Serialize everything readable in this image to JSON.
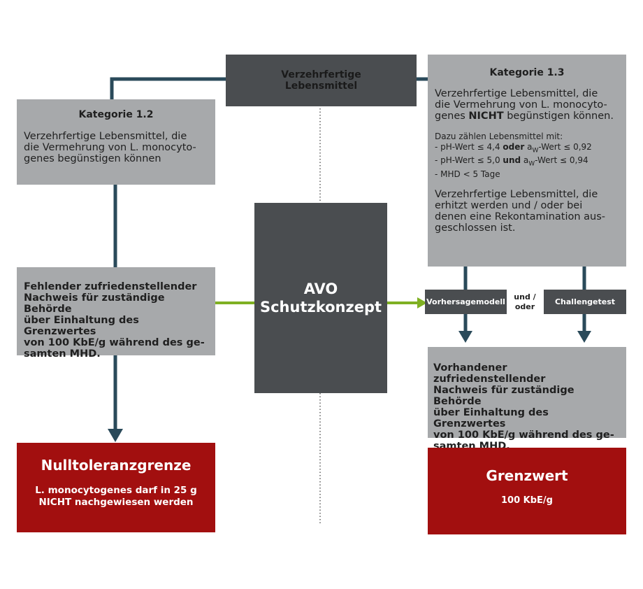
{
  "top_node": {
    "line1": "Verzehrfertige",
    "line2": "Lebensmittel"
  },
  "kategorie_12": {
    "title": "Kategorie 1.2",
    "lines": [
      "Verzehrfertige Lebensmittel, die",
      "die Vermehrung von L. monocyto-",
      "genes begünstigen können"
    ]
  },
  "kategorie_13": {
    "title": "Kategorie 1.3",
    "intro_lines": [
      "Verzehrfertige Lebensmittel, die",
      "die Vermehrung von L. monocyto-"
    ],
    "intro_last_pre": "genes ",
    "intro_last_bold": "NICHT",
    "intro_last_post": " begünstigen können.",
    "dazu": "Dazu zählen Lebensmittel mit:",
    "crit1_a": "- pH-Wert ≤ 4,4 ",
    "crit1_oder": "oder",
    "crit1_b": " a",
    "crit1_sub": "W",
    "crit1_c": "-Wert ≤ 0,92",
    "crit2_a": "- pH-Wert ≤ 5,0 ",
    "crit2_und": "und",
    "crit2_b": " a",
    "crit2_sub": "W",
    "crit2_c": "-Wert ≤ 0,94",
    "crit3": "- MHD < 5 Tage",
    "extra_lines": [
      "Verzehrfertige Lebensmittel, die",
      "erhitzt werden und / oder bei",
      "denen eine Rekontamination aus-",
      "geschlossen ist."
    ]
  },
  "avo": {
    "line1": "AVO",
    "line2": "Schutzkonzept"
  },
  "fehlender": {
    "lines": [
      "Fehlender zufriedenstellender",
      "Nachweis für zuständige Behörde",
      "über Einhaltung des Grenzwertes",
      "von 100 KbE/g während des ge-",
      "samten MHD."
    ]
  },
  "vorhersagemodell": "Vorhersagemodell",
  "und_oder": {
    "line1": "und /",
    "line2": "oder"
  },
  "challengetest": "Challengetest",
  "vorhandener": {
    "lines": [
      "Vorhandener zufriedenstellender",
      "Nachweis für zuständige Behörde",
      "über Einhaltung des Grenzwertes",
      "von 100 KbE/g während des ge-",
      "samten MHD."
    ]
  },
  "nulltoleranz": {
    "title": "Nulltoleranzgrenze",
    "line1": "L. monocytogenes darf in 25 g",
    "line2": "NICHT nachgewiesen werden"
  },
  "grenzwert": {
    "title": "Grenzwert",
    "value": "100 KbE/g"
  },
  "colors": {
    "gray_box": "#a7a9ab",
    "dark_box": "#4a4d50",
    "red_box": "#a20f0f",
    "connector": "#2a4a5a",
    "green_arrow": "#7fb022"
  }
}
